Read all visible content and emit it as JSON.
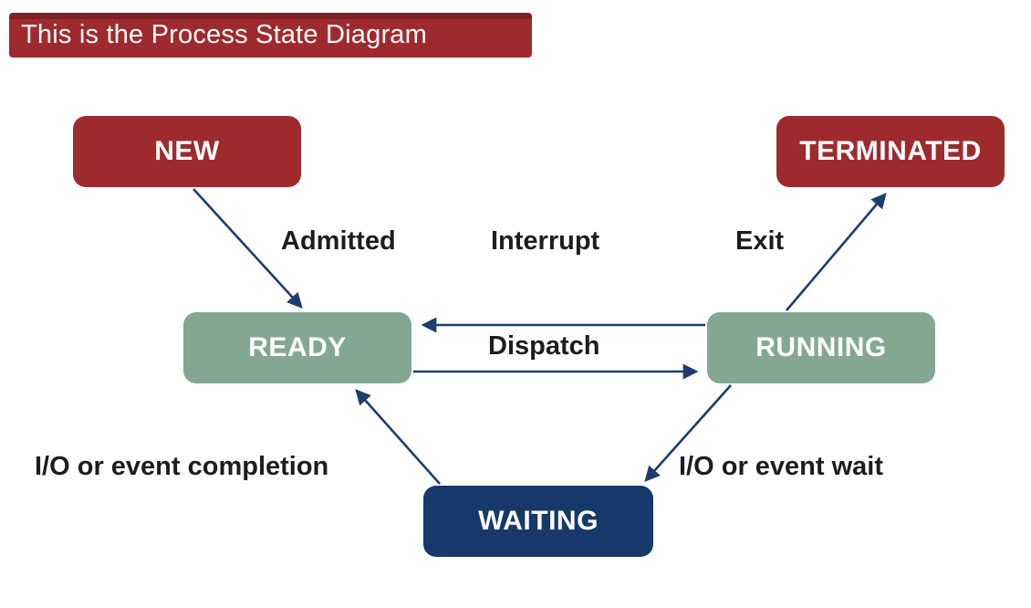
{
  "title": "This is the Process State Diagram",
  "states": {
    "new": "NEW",
    "terminated": "TERMINATED",
    "ready": "READY",
    "running": "RUNNING",
    "waiting": "WAITING"
  },
  "transitions": {
    "admitted": "Admitted",
    "interrupt": "Interrupt",
    "exit": "Exit",
    "dispatch": "Dispatch",
    "io_completion": "I/O or event completion",
    "io_wait": "I/O or event wait"
  },
  "colors": {
    "state_red": "#9f2a2e",
    "state_green": "#84a794",
    "state_navy": "#17386b",
    "arrow": "#1d3d6e",
    "label_text": "#1d1d1f",
    "background": "#ffffff"
  }
}
